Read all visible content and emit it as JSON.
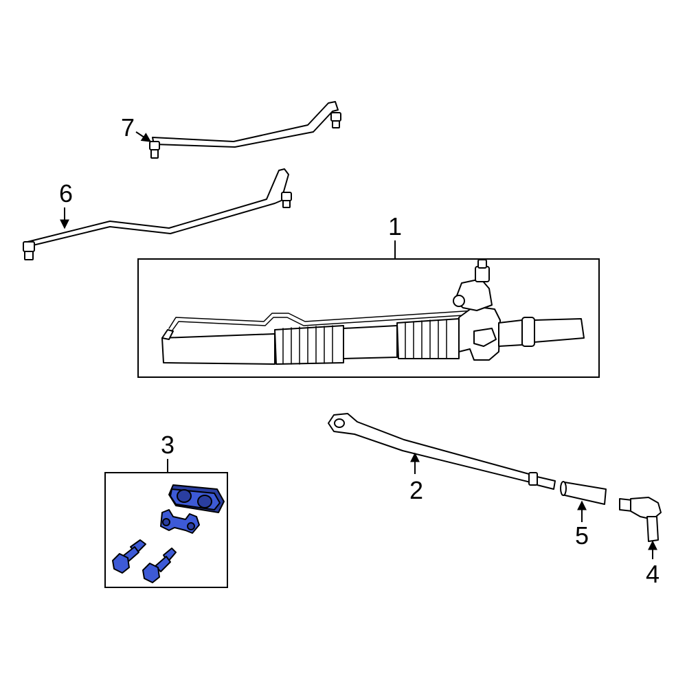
{
  "colors": {
    "highlight": "#3d5ad6",
    "highlight_dark": "#2a3ea0",
    "line": "#000000",
    "background": "#ffffff"
  },
  "callouts": {
    "c1": "1",
    "c2": "2",
    "c3": "3",
    "c4": "4",
    "c5": "5",
    "c6": "6",
    "c7": "7"
  },
  "parts": [
    {
      "callout": "1",
      "icon": "steering-gear-rack-icon"
    },
    {
      "callout": "2",
      "icon": "inner-tie-rod-icon"
    },
    {
      "callout": "3",
      "icon": "mounting-hardware-kit-icon",
      "highlighted": true
    },
    {
      "callout": "4",
      "icon": "outer-tie-rod-end-icon"
    },
    {
      "callout": "5",
      "icon": "adjusting-sleeve-icon"
    },
    {
      "callout": "6",
      "icon": "pressure-line-icon"
    },
    {
      "callout": "7",
      "icon": "return-line-icon"
    }
  ]
}
